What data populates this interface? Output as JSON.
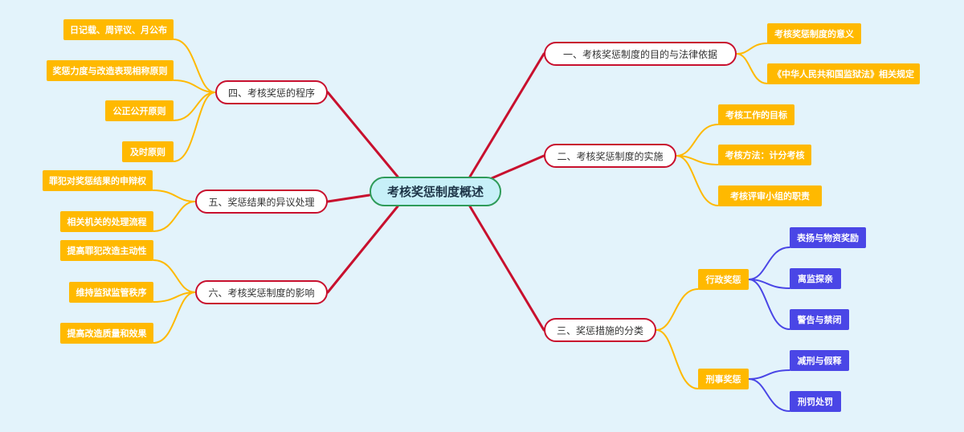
{
  "root": "考核奖惩制度概述",
  "branches": {
    "b1": {
      "label": "一、考核奖惩制度的目的与法律依据",
      "children": [
        "考核奖惩制度的意义",
        "《中华人民共和国监狱法》相关规定"
      ]
    },
    "b2": {
      "label": "二、考核奖惩制度的实施",
      "children": [
        "考核工作的目标",
        "考核方法：计分考核",
        "考核评审小组的职责"
      ]
    },
    "b3": {
      "label": "三、奖惩措施的分类",
      "groups": [
        {
          "label": "行政奖惩",
          "children": [
            "表扬与物资奖励",
            "离监探亲",
            "警告与禁闭"
          ]
        },
        {
          "label": "刑事奖惩",
          "children": [
            "减刑与假释",
            "刑罚处罚"
          ]
        }
      ]
    },
    "b4": {
      "label": "四、考核奖惩的程序",
      "children": [
        "日记载、周评议、月公布",
        "奖惩力度与改造表现相称原则",
        "公正公开原则",
        "及时原则"
      ]
    },
    "b5": {
      "label": "五、奖惩结果的异议处理",
      "children": [
        "罪犯对奖惩结果的申辩权",
        "相关机关的处理流程"
      ]
    },
    "b6": {
      "label": "六、考核奖惩制度的影响",
      "children": [
        "提高罪犯改造主动性",
        "维持监狱监管秩序",
        "提高改造质量和效果"
      ]
    }
  },
  "colors": {
    "background": "#e3f3fb",
    "root_border": "#2e9b59",
    "root_fill": "#c7f0f8",
    "main_line": "#c8102e",
    "leaf_line": "#ffb900",
    "sub_line": "#4a46e6"
  }
}
